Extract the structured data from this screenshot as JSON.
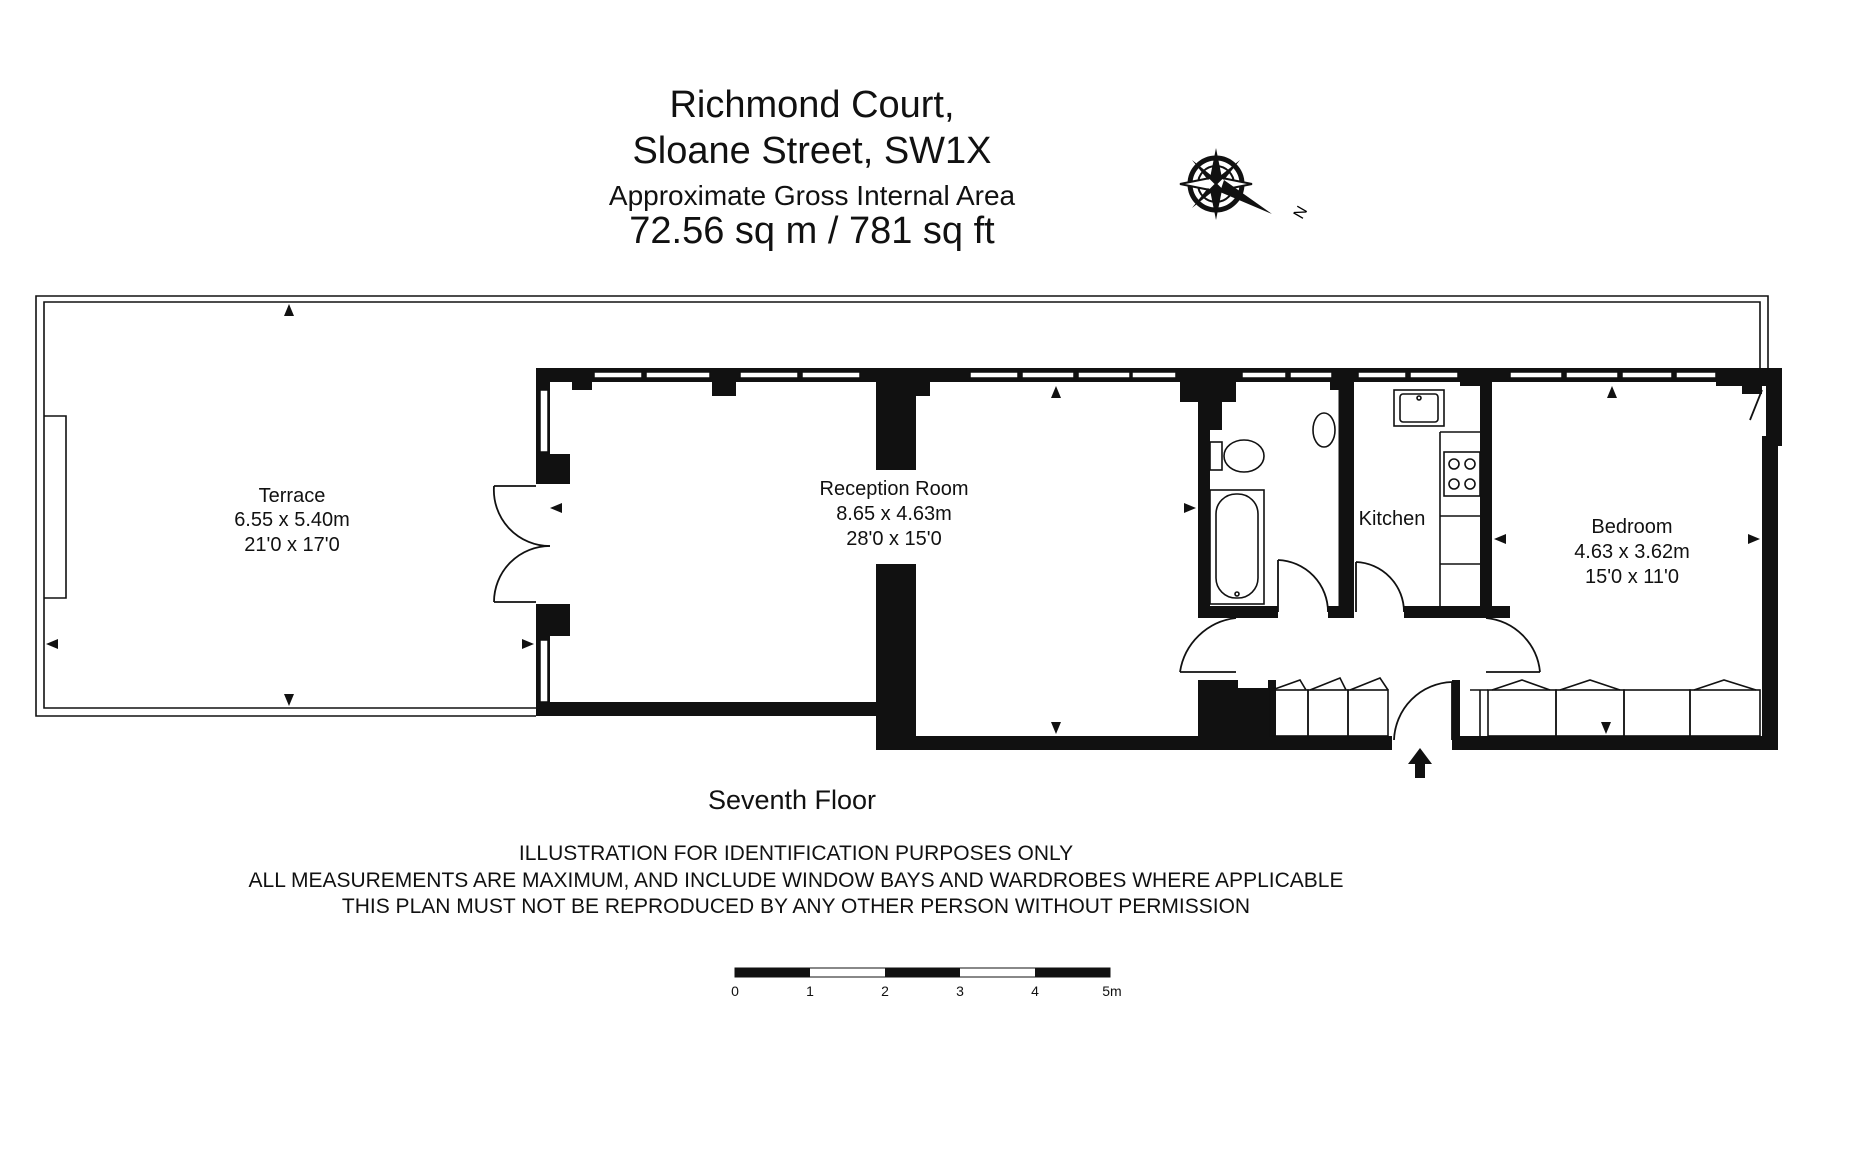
{
  "header": {
    "building": "Richmond Court,",
    "street": "Sloane Street, SW1X",
    "area_label": "Approximate Gross Internal Area",
    "area_value": "72.56 sq m  /  781 sq ft"
  },
  "compass": {
    "icon": "compass-rose-icon",
    "north_letter": "N"
  },
  "rooms": {
    "terrace": {
      "name": "Terrace",
      "metric": "6.55 x 5.40m",
      "imperial": "21'0 x 17'0"
    },
    "reception": {
      "name": "Reception Room",
      "metric": "8.65 x 4.63m",
      "imperial": "28'0 x 15'0"
    },
    "kitchen": {
      "name": "Kitchen"
    },
    "bedroom": {
      "name": "Bedroom",
      "metric": "4.63 x 3.62m",
      "imperial": "15'0 x 11'0"
    }
  },
  "floor_label": "Seventh Floor",
  "disclaimer": [
    "ILLUSTRATION FOR IDENTIFICATION PURPOSES ONLY",
    "ALL MEASUREMENTS ARE MAXIMUM, AND INCLUDE WINDOW BAYS AND WARDROBES WHERE APPLICABLE",
    "THIS PLAN MUST NOT BE REPRODUCED BY ANY OTHER PERSON WITHOUT PERMISSION"
  ],
  "scale_bar": {
    "labels": [
      "0",
      "1",
      "2",
      "3",
      "4",
      "5m"
    ]
  },
  "colors": {
    "wall": "#111111",
    "line": "#111111",
    "background": "#ffffff"
  }
}
